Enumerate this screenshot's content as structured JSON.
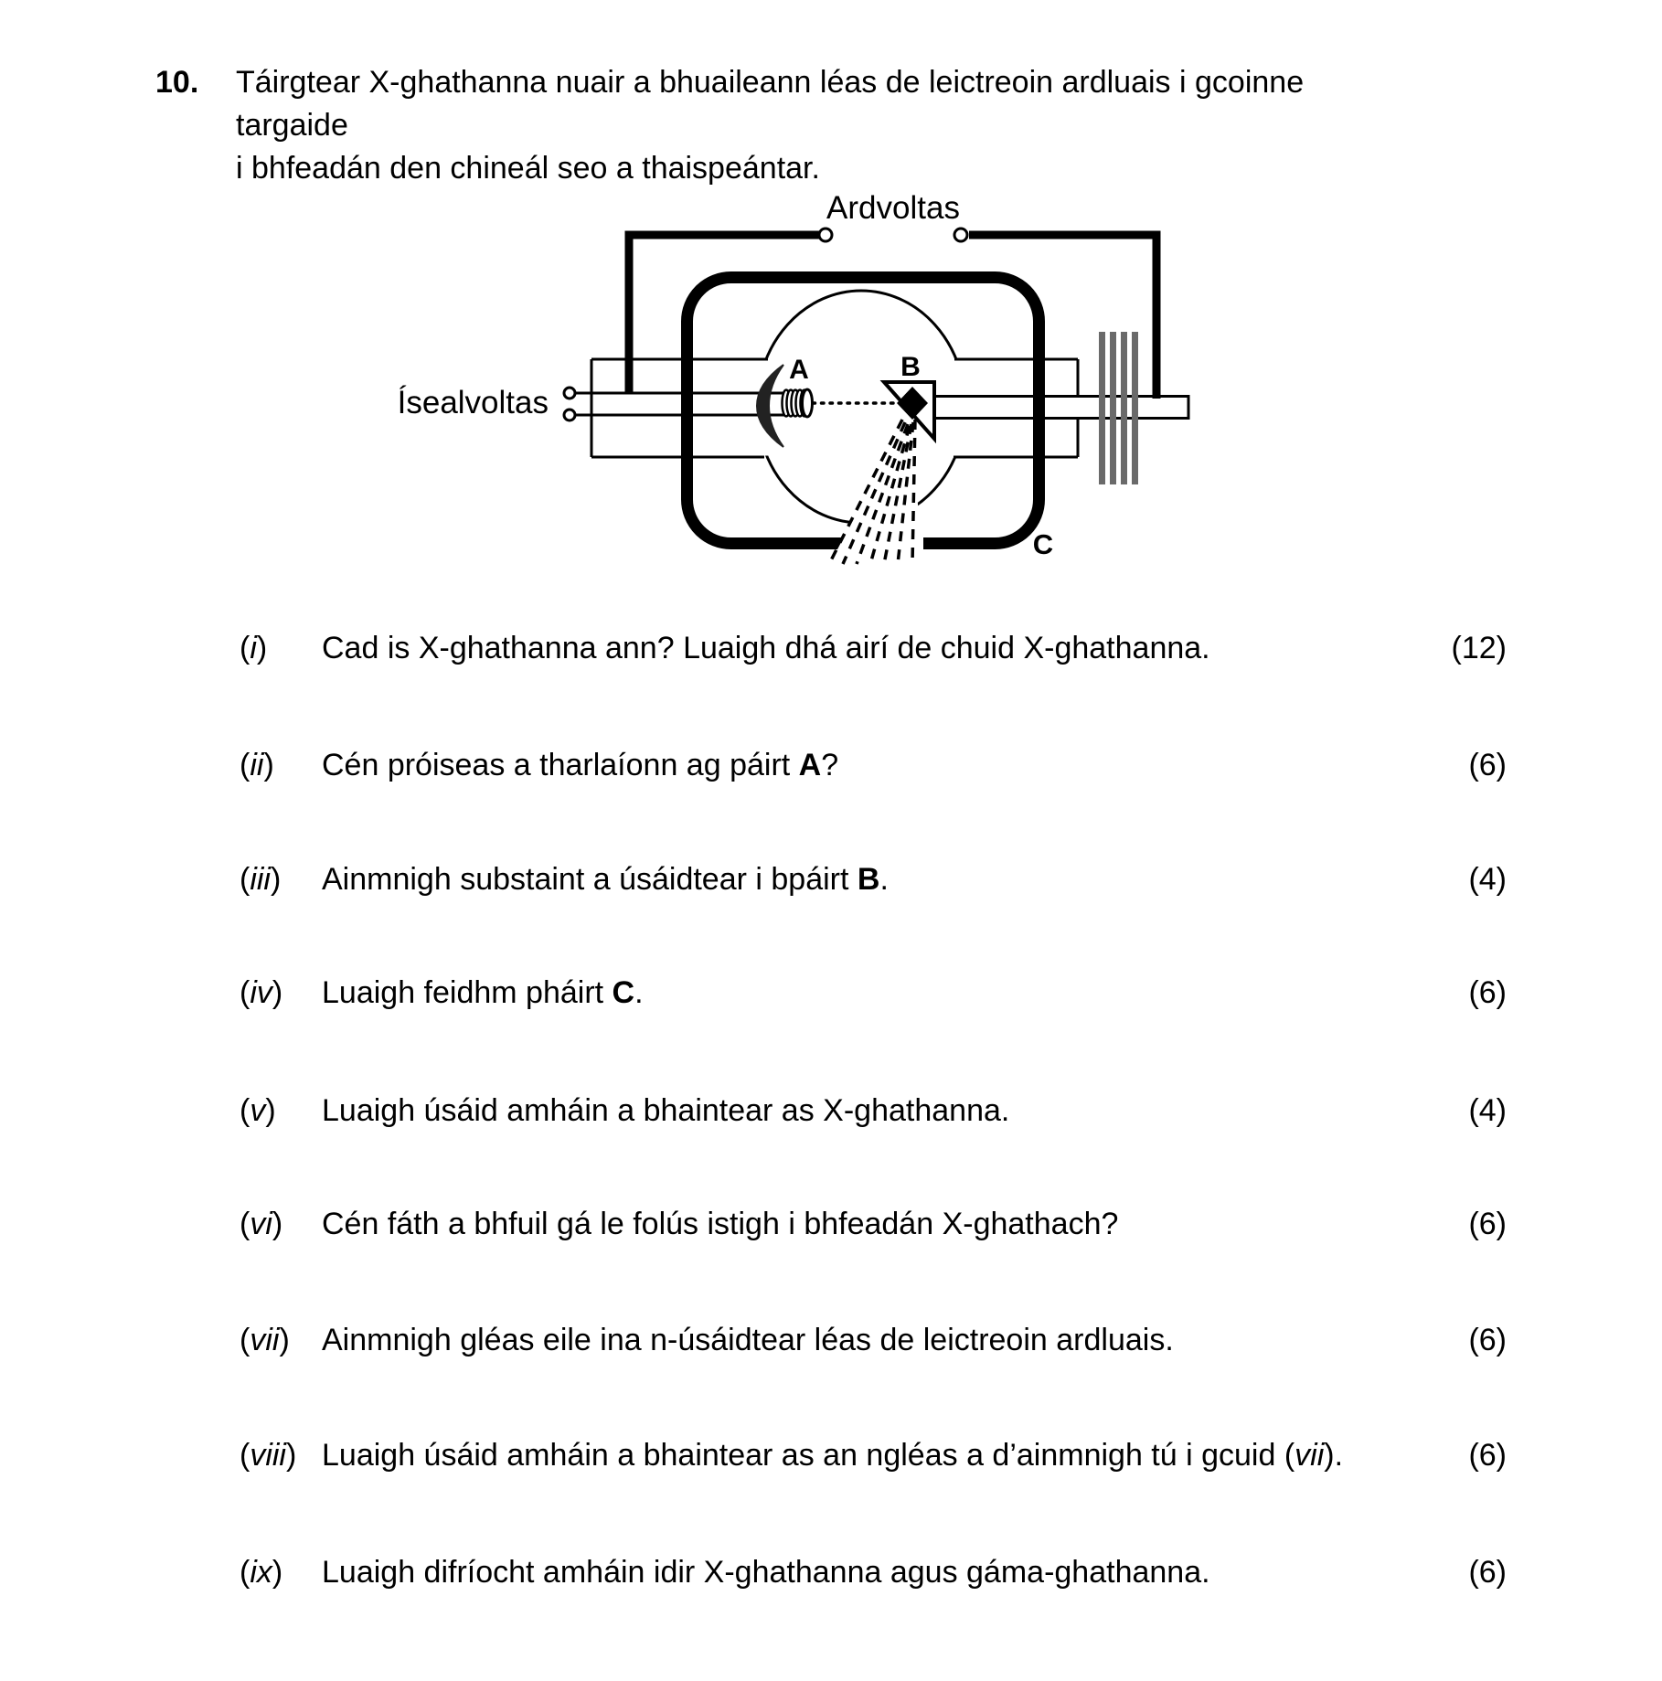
{
  "header": {
    "question_number": "10.",
    "intro_line1": "Táirgtear X-ghathanna nuair a bhuaileann léas de leictreoin ardluais i gcoinne targaide",
    "intro_line2": "i bhfeadán den chineál seo a thaispeántar."
  },
  "diagram": {
    "high_voltage_label": "Ardvoltas",
    "low_voltage_label": "Ísealvoltas",
    "part_a_label": "A",
    "part_b_label": "B",
    "part_c_label": "C",
    "fin_color": "#6a6a6a",
    "line_color": "#000000"
  },
  "questions": [
    {
      "numeral": "i",
      "parts": [
        {
          "t": "Cad is X-ghathanna ann? Luaigh dhá airí de chuid X-ghathanna."
        }
      ],
      "marks": "(12)"
    },
    {
      "numeral": "ii",
      "parts": [
        {
          "t": "Cén próiseas a tharlaíonn ag páirt "
        },
        {
          "t": "A",
          "b": true
        },
        {
          "t": "?"
        }
      ],
      "marks": "(6)"
    },
    {
      "numeral": "iii",
      "parts": [
        {
          "t": "Ainmnigh substaint a úsáidtear i bpáirt "
        },
        {
          "t": "B",
          "b": true
        },
        {
          "t": "."
        }
      ],
      "marks": "(4)"
    },
    {
      "numeral": "iv",
      "parts": [
        {
          "t": "Luaigh feidhm pháirt "
        },
        {
          "t": "C",
          "b": true
        },
        {
          "t": "."
        }
      ],
      "marks": "(6)"
    },
    {
      "numeral": "v",
      "parts": [
        {
          "t": "Luaigh úsáid amháin a bhaintear as X-ghathanna."
        }
      ],
      "marks": "(4)"
    },
    {
      "numeral": "vi",
      "parts": [
        {
          "t": "Cén fáth a bhfuil gá le folús istigh i bhfeadán X-ghathach?"
        }
      ],
      "marks": "(6)"
    },
    {
      "numeral": "vii",
      "parts": [
        {
          "t": "Ainmnigh gléas eile ina n-úsáidtear léas de leictreoin ardluais."
        }
      ],
      "marks": "(6)"
    },
    {
      "numeral": "viii",
      "parts": [
        {
          "t": "Luaigh úsáid amháin a bhaintear as an ngléas a d’ainmnigh tú i gcuid ("
        },
        {
          "t": "vii",
          "i": true
        },
        {
          "t": ")."
        }
      ],
      "marks": "(6)"
    },
    {
      "numeral": "ix",
      "parts": [
        {
          "t": "Luaigh difríocht amháin idir X-ghathanna agus gáma-ghathanna."
        }
      ],
      "marks": "(6)"
    }
  ]
}
